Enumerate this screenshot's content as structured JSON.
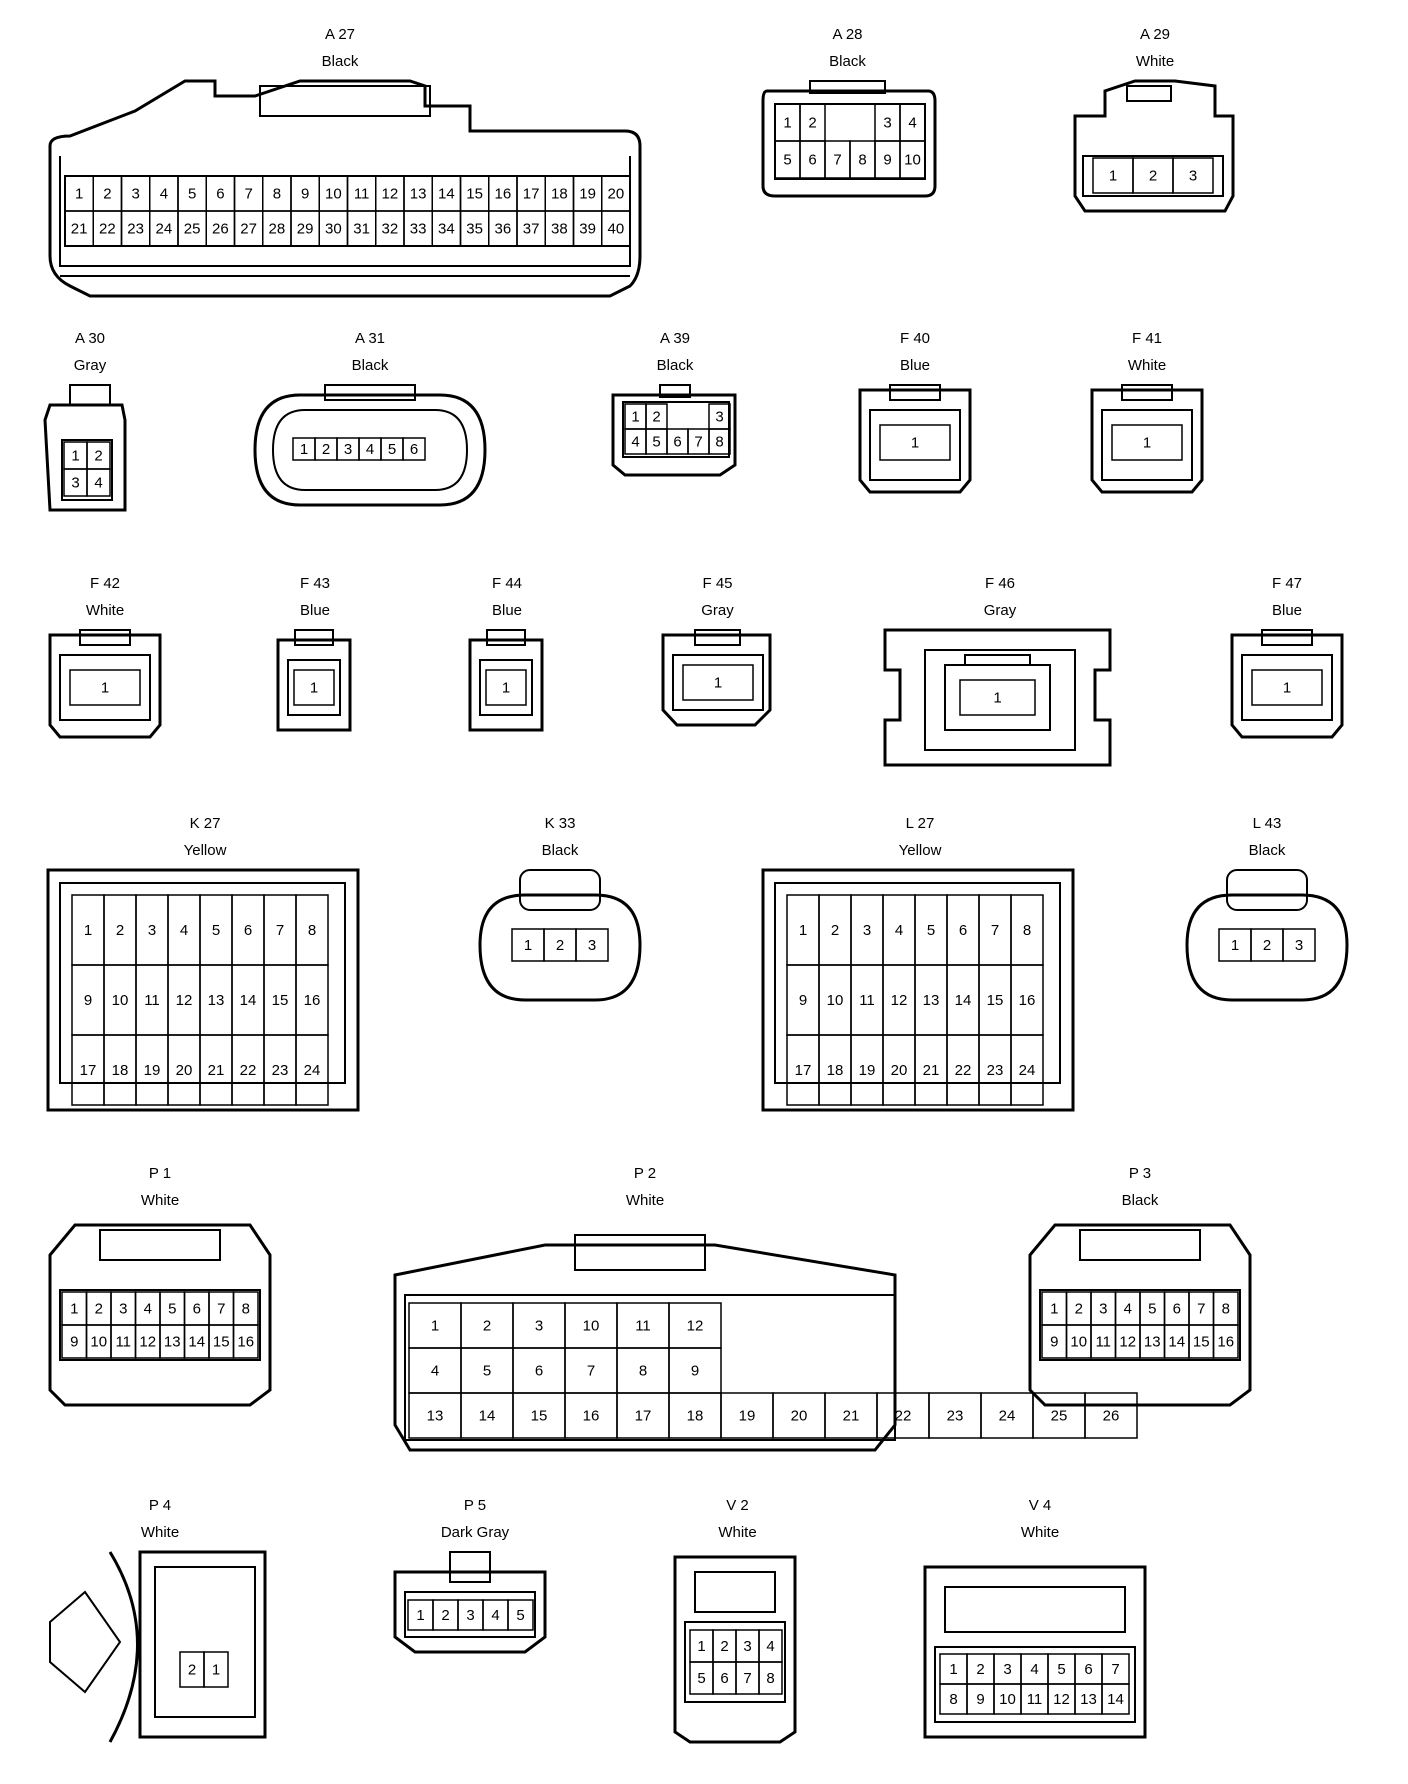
{
  "connectors": [
    {
      "id": "A27",
      "code": "A 27",
      "color": "Black",
      "rows": [
        [
          1,
          2,
          3,
          4,
          5,
          6,
          7,
          8,
          9,
          10,
          11,
          12,
          13,
          14,
          15,
          16,
          17,
          18,
          19,
          20
        ],
        [
          21,
          22,
          23,
          24,
          25,
          26,
          27,
          28,
          29,
          30,
          31,
          32,
          33,
          34,
          35,
          36,
          37,
          38,
          39,
          40
        ]
      ]
    },
    {
      "id": "A28",
      "code": "A 28",
      "color": "Black",
      "rows": [
        [
          1,
          2,
          "",
          "",
          3,
          4
        ],
        [
          5,
          6,
          7,
          8,
          9,
          10
        ]
      ]
    },
    {
      "id": "A29",
      "code": "A 29",
      "color": "White",
      "rows": [
        [
          1,
          2,
          3
        ]
      ]
    },
    {
      "id": "A30",
      "code": "A 30",
      "color": "Gray",
      "rows": [
        [
          1,
          2
        ],
        [
          3,
          4
        ]
      ]
    },
    {
      "id": "A31",
      "code": "A 31",
      "color": "Black",
      "rows": [
        [
          1,
          2,
          3,
          4,
          5,
          6
        ]
      ]
    },
    {
      "id": "A39",
      "code": "A 39",
      "color": "Black",
      "rows": [
        [
          1,
          2,
          "",
          "",
          3
        ],
        [
          4,
          5,
          6,
          7,
          8
        ]
      ]
    },
    {
      "id": "F40",
      "code": "F 40",
      "color": "Blue",
      "rows": [
        [
          1
        ]
      ]
    },
    {
      "id": "F41",
      "code": "F 41",
      "color": "White",
      "rows": [
        [
          1
        ]
      ]
    },
    {
      "id": "F42",
      "code": "F 42",
      "color": "White",
      "rows": [
        [
          1
        ]
      ]
    },
    {
      "id": "F43",
      "code": "F 43",
      "color": "Blue",
      "rows": [
        [
          1
        ]
      ]
    },
    {
      "id": "F44",
      "code": "F 44",
      "color": "Blue",
      "rows": [
        [
          1
        ]
      ]
    },
    {
      "id": "F45",
      "code": "F 45",
      "color": "Gray",
      "rows": [
        [
          1
        ]
      ]
    },
    {
      "id": "F46",
      "code": "F 46",
      "color": "Gray",
      "rows": [
        [
          1
        ]
      ]
    },
    {
      "id": "F47",
      "code": "F 47",
      "color": "Blue",
      "rows": [
        [
          1
        ]
      ]
    },
    {
      "id": "K27",
      "code": "K 27",
      "color": "Yellow",
      "rows": [
        [
          1,
          2,
          3,
          4,
          5,
          6,
          7,
          8
        ],
        [
          9,
          10,
          11,
          12,
          13,
          14,
          15,
          16
        ],
        [
          17,
          18,
          19,
          20,
          21,
          22,
          23,
          24
        ]
      ]
    },
    {
      "id": "K33",
      "code": "K 33",
      "color": "Black",
      "rows": [
        [
          1,
          2,
          3
        ]
      ]
    },
    {
      "id": "L27",
      "code": "L 27",
      "color": "Yellow",
      "rows": [
        [
          1,
          2,
          3,
          4,
          5,
          6,
          7,
          8
        ],
        [
          9,
          10,
          11,
          12,
          13,
          14,
          15,
          16
        ],
        [
          17,
          18,
          19,
          20,
          21,
          22,
          23,
          24
        ]
      ]
    },
    {
      "id": "L43",
      "code": "L 43",
      "color": "Black",
      "rows": [
        [
          1,
          2,
          3
        ]
      ]
    },
    {
      "id": "P1",
      "code": "P 1",
      "color": "White",
      "rows": [
        [
          1,
          2,
          3,
          4,
          5,
          6,
          7,
          8
        ],
        [
          9,
          10,
          11,
          12,
          13,
          14,
          15,
          16
        ]
      ]
    },
    {
      "id": "P2",
      "code": "P 2",
      "color": "White",
      "rows": [
        [
          1,
          2,
          3,
          10,
          11,
          12
        ],
        [
          4,
          5,
          6,
          7,
          8,
          9
        ],
        [
          13,
          14,
          15,
          16,
          17,
          18,
          19,
          20,
          21,
          22,
          23,
          24,
          25,
          26
        ]
      ]
    },
    {
      "id": "P3",
      "code": "P 3",
      "color": "Black",
      "rows": [
        [
          1,
          2,
          3,
          4,
          5,
          6,
          7,
          8
        ],
        [
          9,
          10,
          11,
          12,
          13,
          14,
          15,
          16
        ]
      ]
    },
    {
      "id": "P4",
      "code": "P 4",
      "color": "White",
      "rows": [
        [
          2,
          1
        ]
      ]
    },
    {
      "id": "P5",
      "code": "P 5",
      "color": "Dark Gray",
      "rows": [
        [
          1,
          2,
          3,
          4,
          5
        ]
      ]
    },
    {
      "id": "V2",
      "code": "V 2",
      "color": "White",
      "rows": [
        [
          1,
          2,
          3,
          4
        ],
        [
          5,
          6,
          7,
          8
        ]
      ]
    },
    {
      "id": "V4",
      "code": "V 4",
      "color": "White",
      "rows": [
        [
          1,
          2,
          3,
          4,
          5,
          6,
          7
        ],
        [
          8,
          9,
          10,
          11,
          12,
          13,
          14
        ]
      ]
    }
  ]
}
